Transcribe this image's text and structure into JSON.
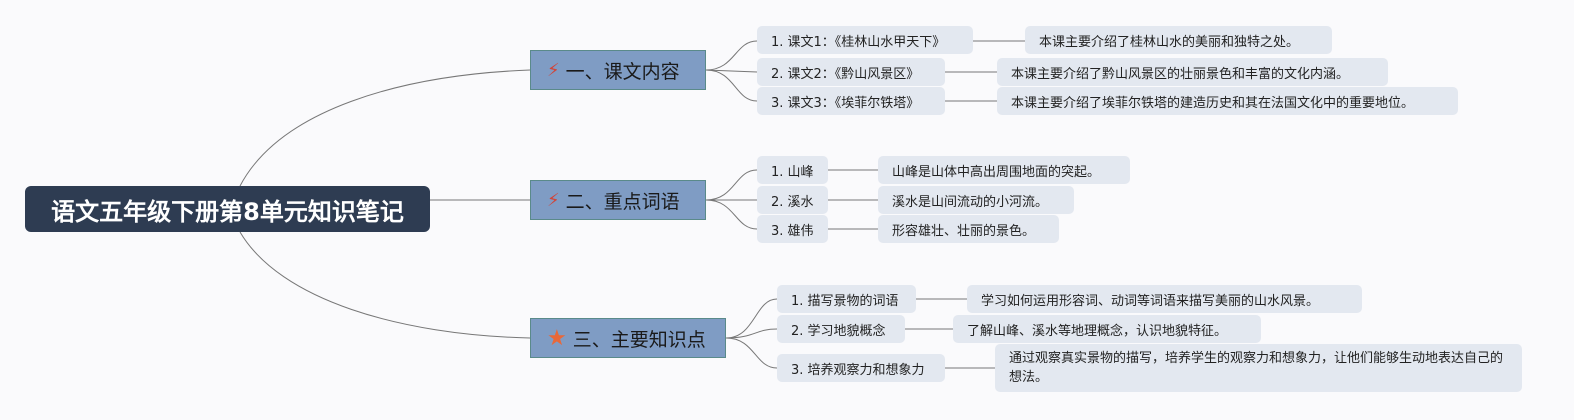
{
  "root": {
    "title": "语文五年级下册第8单元知识笔记"
  },
  "branches": [
    {
      "title": "一、课文内容",
      "icon": "magic-wand-icon",
      "items": [
        {
          "label": "1. 课文1：《桂林山水甲天下》",
          "desc": "本课主要介绍了桂林山水的美丽和独特之处。"
        },
        {
          "label": "2. 课文2：《黔山风景区》",
          "desc": "本课主要介绍了黔山风景区的壮丽景色和丰富的文化内涵。"
        },
        {
          "label": "3. 课文3：《埃菲尔铁塔》",
          "desc": "本课主要介绍了埃菲尔铁塔的建造历史和其在法国文化中的重要地位。"
        }
      ]
    },
    {
      "title": "二、重点词语",
      "icon": "magic-wand-icon",
      "items": [
        {
          "label": "1. 山峰",
          "desc": "山峰是山体中高出周围地面的突起。"
        },
        {
          "label": "2. 溪水",
          "desc": "溪水是山间流动的小河流。"
        },
        {
          "label": "3. 雄伟",
          "desc": "形容雄壮、壮丽的景色。"
        }
      ]
    },
    {
      "title": "三、主要知识点",
      "icon": "star-icon",
      "items": [
        {
          "label": "1. 描写景物的词语",
          "desc": "学习如何运用形容词、动词等词语来描写美丽的山水风景。"
        },
        {
          "label": "2. 学习地貌概念",
          "desc": "了解山峰、溪水等地理概念，认识地貌特征。"
        },
        {
          "label": "3. 培养观察力和想象力",
          "desc": "通过观察真实景物的描写，培养学生的观察力和想象力，让他们能够生动地表达自己的想法。"
        }
      ]
    }
  ],
  "colors": {
    "root": "#2e3c52",
    "branch": "#7f9cc4",
    "leaf": "#e3e8f0",
    "wand": "#d0453a",
    "star": "#e8683a"
  }
}
